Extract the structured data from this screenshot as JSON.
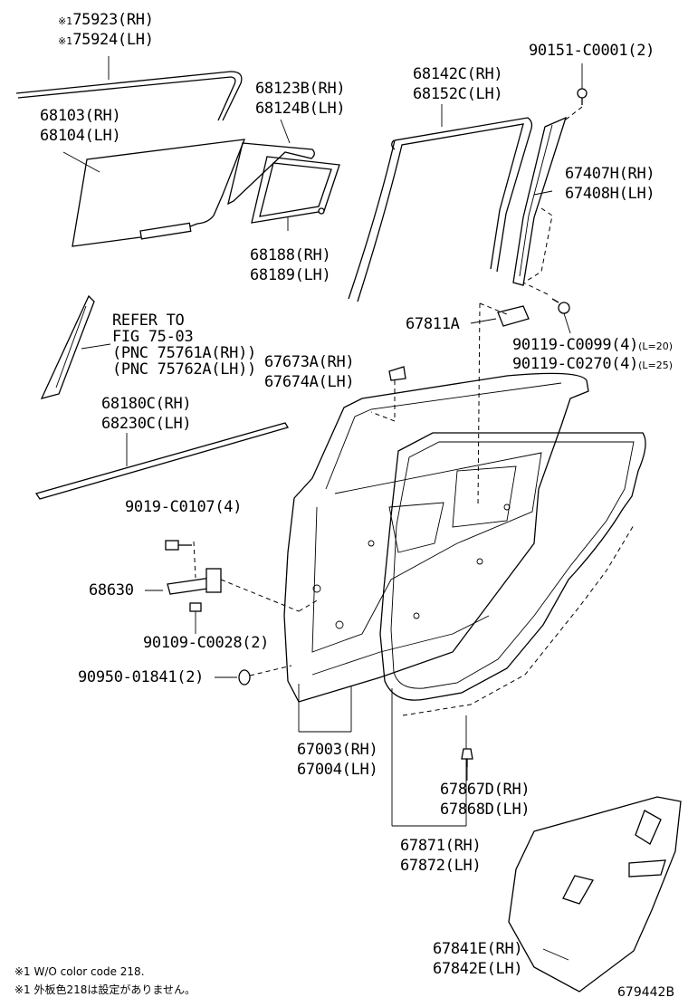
{
  "labels": {
    "glass_run_top": [
      "75923(RH)",
      "75924(LH)"
    ],
    "glass_run_top_marks": [
      "※1",
      "※1"
    ],
    "glass": [
      "68103(RH)",
      "68104(LH)"
    ],
    "quarter_seal": [
      "68123B(RH)",
      "68124B(LH)"
    ],
    "quarter_glass": [
      "68188(RH)",
      "68189(LH)"
    ],
    "door_weatherstrip_upper": [
      "68142C(RH)",
      "68152C(LH)"
    ],
    "screw_top": "90151-C0001(2)",
    "division_bar": [
      "67407H(RH)",
      "67408H(LH)"
    ],
    "cushion": "67811A",
    "screw_mid": [
      "90119-C0099(4)",
      "90119-C0270(4)"
    ],
    "screw_mid_notes": [
      "(L=20)",
      "(L=25)"
    ],
    "refer": [
      "REFER TO",
      "FIG 75-03",
      "(PNC 75761A(RH))",
      "(PNC 75762A(LH))"
    ],
    "clip_upper": [
      "67673A(RH)",
      "67674A(LH)"
    ],
    "belt_molding": [
      "68180C(RH)",
      "68230C(LH)"
    ],
    "bolt_checker": "9019-C0107(4)",
    "checker": "68630",
    "bolt_lower": "90109-C0028(2)",
    "hole_plug": "90950-01841(2)",
    "door_panel": [
      "67003(RH)",
      "67004(LH)"
    ],
    "clip_lower": [
      "67867D(RH)",
      "67868D(LH)"
    ],
    "weatherstrip": [
      "67871(RH)",
      "67872(LH)"
    ],
    "service_hole_cover": [
      "67841E(RH)",
      "67842E(LH)"
    ]
  },
  "notes": [
    "※1 W/O color code 218.",
    "※1 外板色218は設定がありません。"
  ],
  "figure_code": "679442B"
}
